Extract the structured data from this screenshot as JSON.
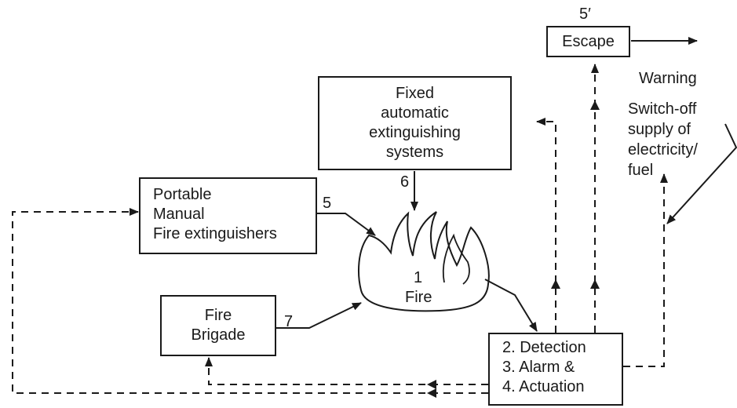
{
  "nodes": {
    "escape": {
      "number": "5′",
      "label": "Escape"
    },
    "fixed": {
      "lines": [
        "Fixed",
        "automatic",
        "extinguishing",
        "systems"
      ],
      "number": "6"
    },
    "portable": {
      "lines": [
        "Portable",
        "Manual",
        "Fire extinguishers"
      ],
      "number": "5"
    },
    "fire": {
      "number": "1",
      "label": "Fire"
    },
    "brigade": {
      "lines": [
        "Fire",
        "Brigade"
      ],
      "number": "7"
    },
    "detection": {
      "lines": [
        "2. Detection",
        "3. Alarm &",
        "4. Actuation"
      ]
    }
  },
  "annotations": {
    "warning": "Warning",
    "switch_off": [
      "Switch-off",
      "supply of",
      "electricity/",
      "fuel"
    ]
  }
}
